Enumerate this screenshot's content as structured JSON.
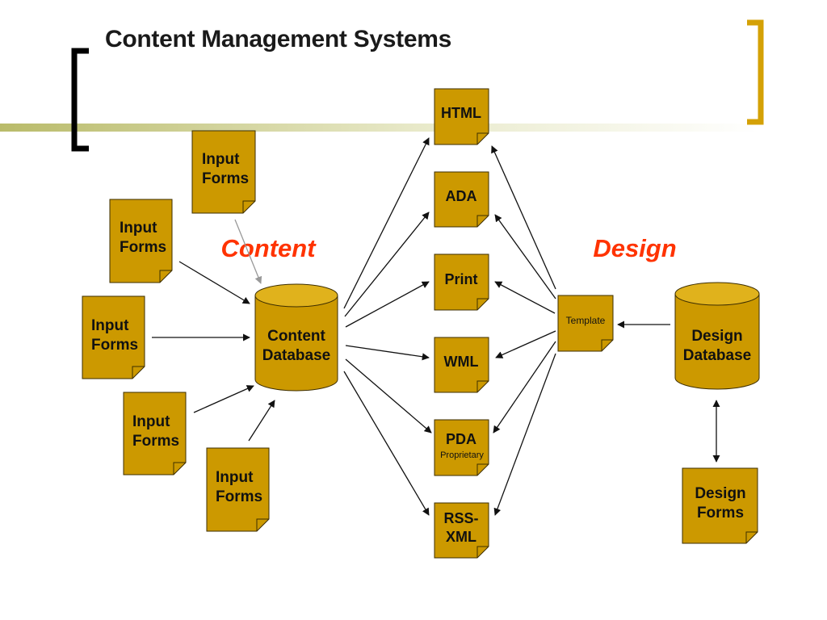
{
  "title": "Content Management Systems",
  "sections": {
    "content": "Content",
    "design": "Design"
  },
  "input_forms": [
    "Input",
    "Forms"
  ],
  "content_database": [
    "Content",
    "Database"
  ],
  "design_database": [
    "Design",
    "Database"
  ],
  "outputs": {
    "html": "HTML",
    "ada": "ADA",
    "print": "Print",
    "wml": "WML",
    "pda": "PDA",
    "pda_sub": "Proprietary",
    "rss": [
      "RSS-",
      "XML"
    ]
  },
  "template": "Template",
  "design_forms": [
    "Design",
    "Forms"
  ],
  "colors": {
    "box_fill": "#cc9900",
    "box_stroke": "#3d2e00",
    "section_label": "#ff3300",
    "bracket_left": "#000000",
    "bracket_right": "#d4a106",
    "bar_gradient": [
      "#c2c47a",
      "#ffffff"
    ]
  }
}
